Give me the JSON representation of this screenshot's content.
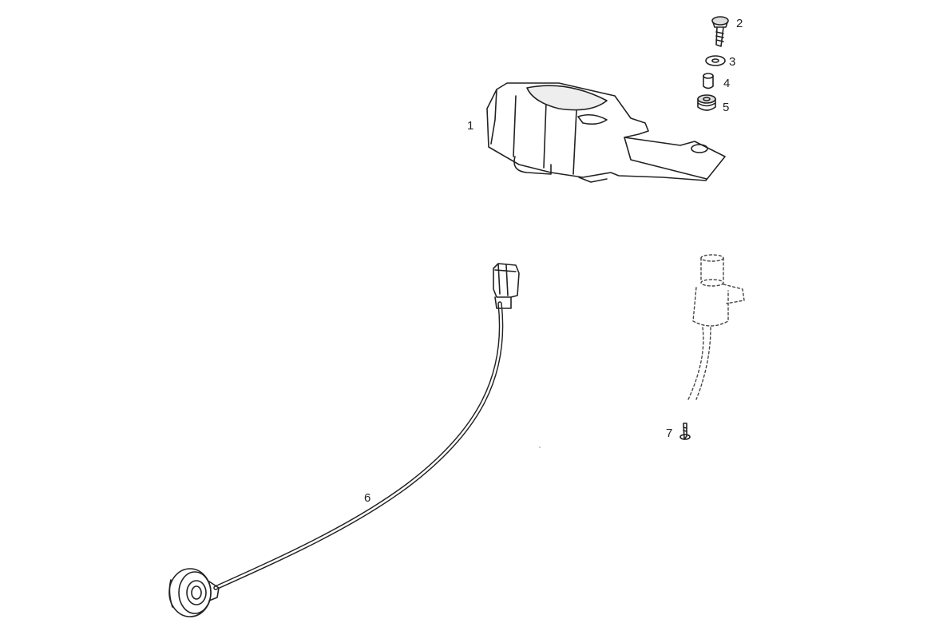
{
  "diagram": {
    "callouts": [
      {
        "id": "1",
        "text": "1"
      },
      {
        "id": "2",
        "text": "2"
      },
      {
        "id": "3",
        "text": "3"
      },
      {
        "id": "4",
        "text": "4"
      },
      {
        "id": "5",
        "text": "5"
      },
      {
        "id": "6",
        "text": "6"
      },
      {
        "id": "7",
        "text": "7"
      }
    ],
    "colors": {
      "line": "#222222",
      "fill": "#ffffff",
      "shade": "#d8d8d8",
      "dash": "#444444"
    }
  }
}
